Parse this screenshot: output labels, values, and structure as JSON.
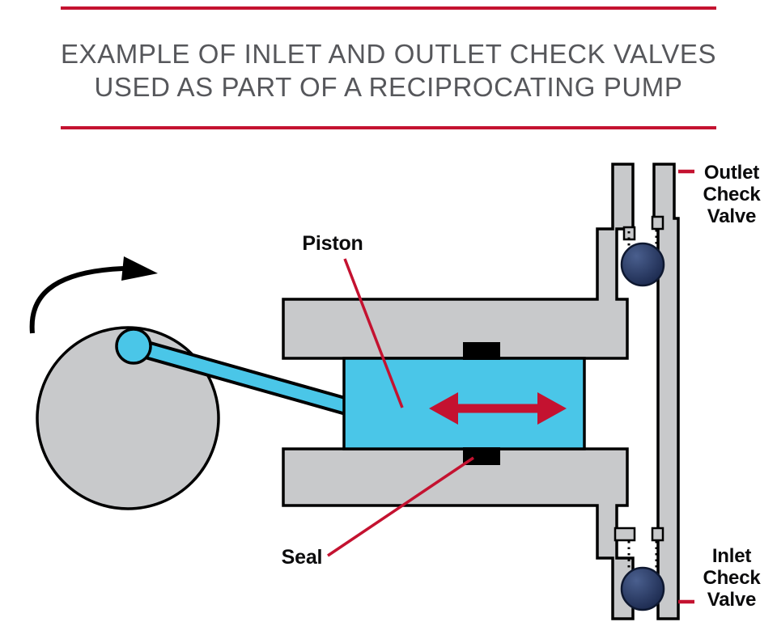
{
  "header": {
    "title_line1": "EXAMPLE OF INLET AND OUTLET CHECK VALVES",
    "title_line2": "USED AS PART OF A RECIPROCATING PUMP"
  },
  "labels": {
    "piston": "Piston",
    "seal": "Seal",
    "outlet_valve": {
      "line1": "Outlet",
      "line2": "Check",
      "line3": "Valve"
    },
    "inlet_valve": {
      "line1": "Inlet",
      "line2": "Check",
      "line3": "Valve"
    }
  },
  "icons": {
    "rotation_arrow": "curved-rotation-arrow",
    "piston_motion_arrow": "double-headed-arrow"
  },
  "colors": {
    "accent_red": "#C41230",
    "title_gray": "#56575B",
    "metal_gray": "#C8C9CB",
    "piston_cyan": "#4AC6E8",
    "ball_navy": "#27335C",
    "outline_black": "#000000"
  }
}
